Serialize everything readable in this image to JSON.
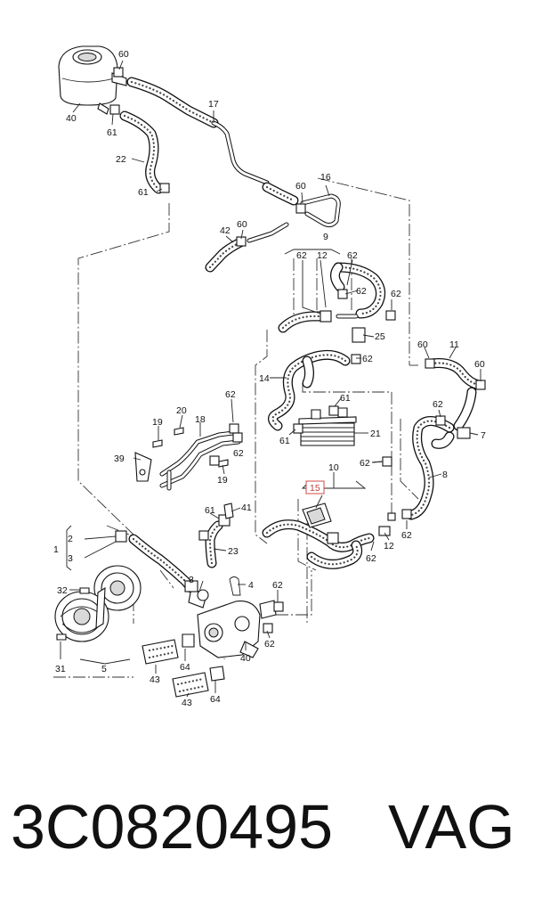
{
  "caption": {
    "part_number": "3C0820495",
    "brand": "VAG"
  },
  "callouts": {
    "c60a": "60",
    "c40a": "40",
    "c61a": "61",
    "c17": "17",
    "c22": "22",
    "c61b": "61",
    "c16": "16",
    "c60b": "60",
    "c42": "42",
    "c60c": "60",
    "c9": "9",
    "c62a": "62",
    "c12a": "12",
    "c62b": "62",
    "c62c": "62",
    "c62d": "62",
    "c25": "25",
    "c62e": "62",
    "c14": "14",
    "c61c": "61",
    "c61d": "61",
    "c21": "21",
    "c62f": "62",
    "c20": "20",
    "c19a": "19",
    "c18": "18",
    "c62g": "62",
    "c39": "39",
    "c19b": "19",
    "c11": "11",
    "c60d": "60",
    "c60e": "60",
    "c62h": "62",
    "c7": "7",
    "c8": "8",
    "c10": "10",
    "c15": "15",
    "c62i": "62",
    "c12b": "12",
    "c62j": "62",
    "c62k": "62",
    "c61e": "61",
    "c41": "41",
    "c23": "23",
    "c2": "2",
    "c1": "1",
    "c3a": "3",
    "c32": "32",
    "c3b": "3",
    "c4": "4",
    "c62l": "62",
    "c31": "31",
    "c5": "5",
    "c43a": "43",
    "c64a": "64",
    "c40b": "40",
    "c62m": "62",
    "c43b": "43",
    "c64b": "64"
  }
}
